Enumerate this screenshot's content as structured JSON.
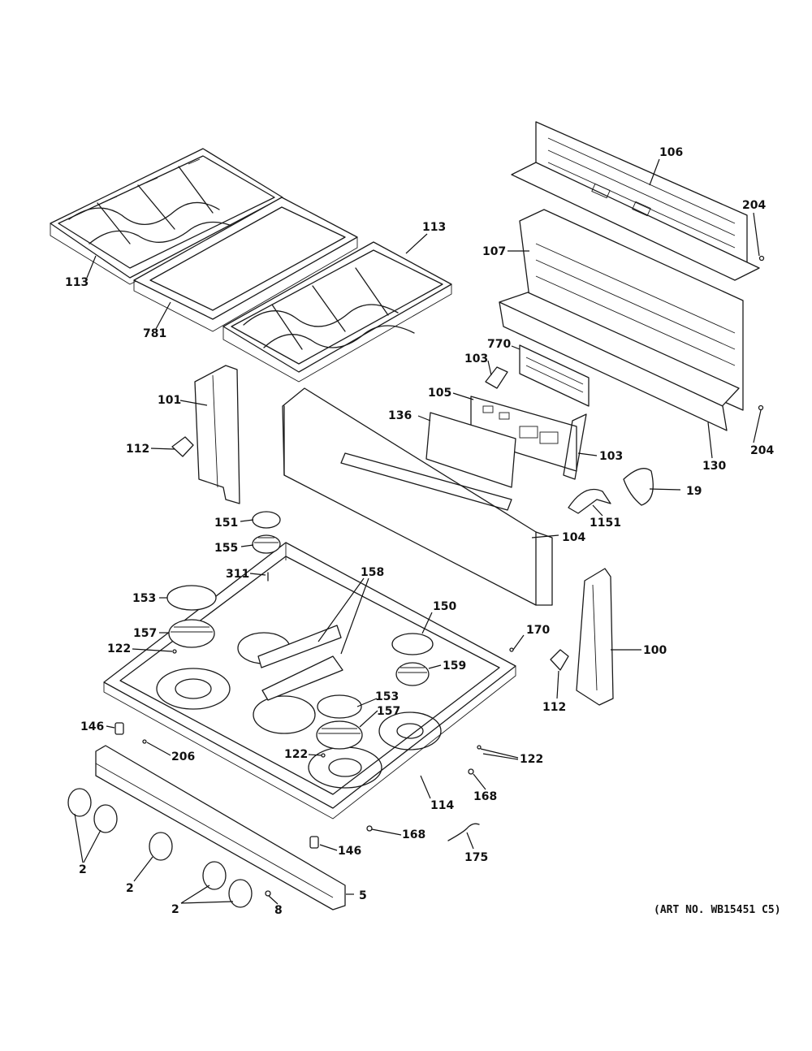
{
  "diagram": {
    "art_number": "(ART NO. WB15451 C5)",
    "callouts": {
      "grate_left": "113",
      "grate_right": "113",
      "griddle": "781",
      "backguard_upper": "106",
      "backguard_lower": "107",
      "screw_top": "204",
      "screw_bottom": "204",
      "cover_770": "770",
      "bracket_103_top": "103",
      "bracket_103_bottom": "103",
      "control_board": "105",
      "overlay": "136",
      "backguard_trim": "130",
      "wire_clip": "19",
      "harness_1151": "1151",
      "side_trim_left": "101",
      "hinge_left": "112",
      "control_panel": "104",
      "cap_151": "151",
      "head_155": "155",
      "spark_311": "311",
      "cap_153_left": "153",
      "head_157_left": "157",
      "screw_122_left": "122",
      "gasket_158": "158",
      "cap_150": "150",
      "head_159": "159",
      "cap_153_center": "153",
      "head_157_center": "157",
      "screw_122_center": "122",
      "screw_122_right": "122",
      "spring_170": "170",
      "side_trim_right": "100",
      "hinge_right": "112",
      "cooktop": "114",
      "clip_168_right": "168",
      "clip_168_center": "168",
      "bezel_146_left": "146",
      "bezel_146_center": "146",
      "screw_206": "206",
      "harness_175": "175",
      "manifold_panel": "5",
      "screw_8": "8",
      "knob_pair_left": "2",
      "knob_single": "2",
      "knob_pair_right": "2"
    }
  }
}
